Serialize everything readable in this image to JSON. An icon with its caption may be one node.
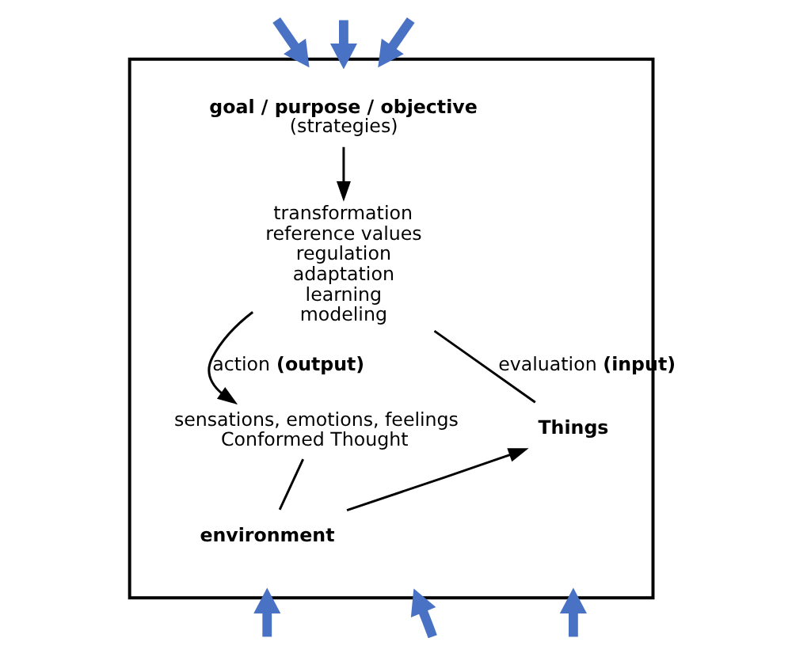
{
  "diagram": {
    "nodes": [
      {
        "text": [],
        "shape": "box"
      },
      {
        "text": [
          "goal / purpose / objective",
          "(strategies)"
        ],
        "in": 0
      },
      {
        "text": [
          "transformation reference values regulation adaptation learning modeling"
        ],
        "in": 0
      },
      {
        "text": [
          "Things"
        ],
        "in": 0
      },
      {
        "text": [
          "sensations, emotions, feelings Conformed Thought"
        ],
        "in": 0
      },
      {
        "text": [
          "environment"
        ],
        "in": 0
      }
    ],
    "edges": [
      {
        "from": 1,
        "to": 2,
        "arrow": "to",
        "color": "#000000"
      },
      {
        "from": 2,
        "to": 4,
        "arrow": "to",
        "label": "action **(output)**",
        "color": "#000000"
      },
      {
        "from": 4,
        "to": 5,
        "arrow": "none",
        "color": "#000000"
      },
      {
        "from": 5,
        "to": 3,
        "arrow": "to",
        "color": "#000000"
      },
      {
        "from": 3,
        "to": 2,
        "arrow": "none",
        "label": "evaluation **(input)**",
        "color": "#000000"
      },
      {
        "from": null,
        "to": 0,
        "arrow": "to"
      },
      {
        "from": null,
        "to": 0,
        "arrow": "to"
      },
      {
        "from": null,
        "to": 0,
        "arrow": "to"
      },
      {
        "from": null,
        "to": 0,
        "arrow": "to"
      },
      {
        "from": null,
        "to": 0,
        "arrow": "to"
      },
      {
        "from": null,
        "to": 0,
        "arrow": "to"
      }
    ]
  }
}
